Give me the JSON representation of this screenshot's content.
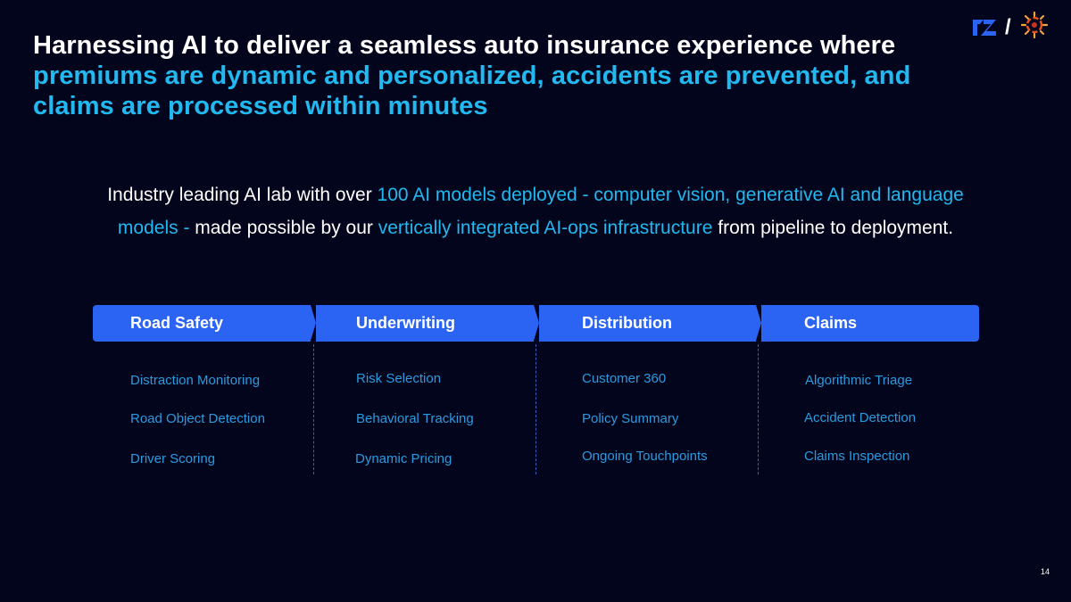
{
  "header": {
    "title_plain": "Harnessing AI to deliver a seamless auto insurance experience where",
    "title_highlight": "premiums are dynamic and personalized, accidents are prevented, and claims are processed within minutes"
  },
  "logo": {
    "separator": "/",
    "icon_names": [
      "rz-logo-icon",
      "sun-logo-icon"
    ]
  },
  "subtitle": {
    "part1": "Industry leading AI lab with over ",
    "part2": "100 AI models deployed - computer vision, generative AI and language models - ",
    "part3": "made possible by our ",
    "part4": "vertically integrated AI-ops infrastructure",
    "part5": " from pipeline to deployment."
  },
  "columns": [
    {
      "title": "Road Safety",
      "items": [
        "Distraction Monitoring",
        "Road Object Detection",
        "Driver Scoring"
      ]
    },
    {
      "title": "Underwriting",
      "items": [
        "Risk Selection",
        "Behavioral Tracking",
        "Dynamic Pricing"
      ]
    },
    {
      "title": "Distribution",
      "items": [
        "Customer 360",
        "Policy Summary",
        "Ongoing Touchpoints"
      ]
    },
    {
      "title": "Claims",
      "items": [
        "Algorithmic Triage",
        "Accident Detection",
        "Claims Inspection"
      ]
    }
  ],
  "page_number": "14",
  "colors": {
    "background": "#03051c",
    "accent": "#22b8f0",
    "header_bar": "#2b63f3",
    "item_text": "#2a9be0"
  }
}
